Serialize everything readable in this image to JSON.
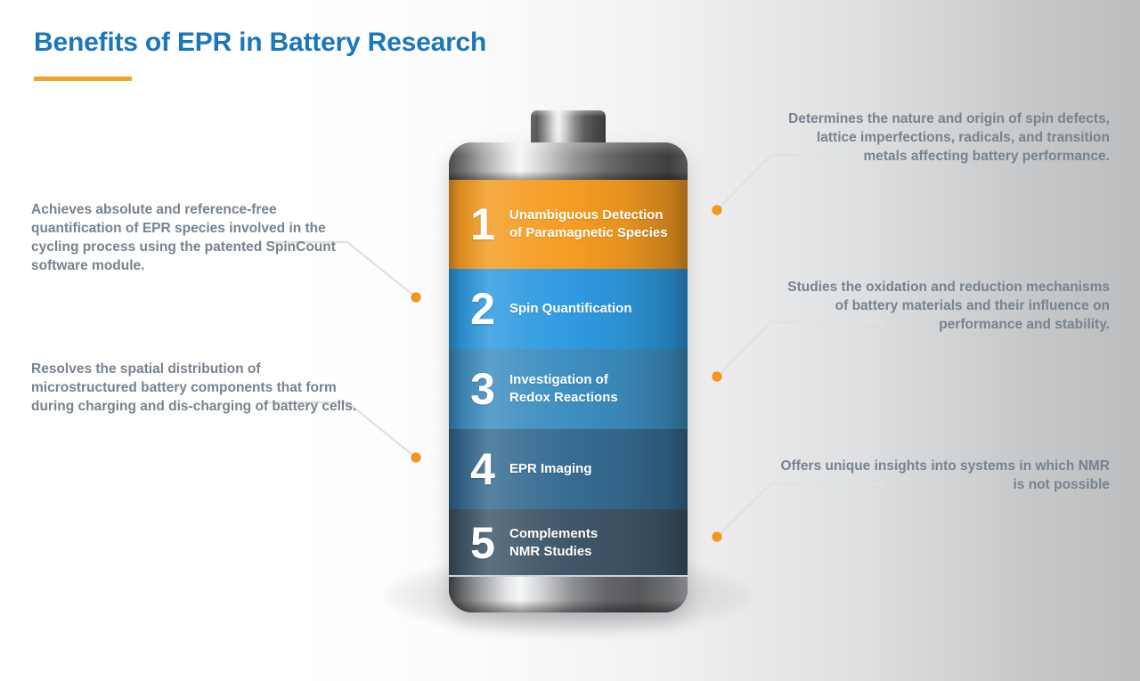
{
  "page": {
    "title": "Benefits of EPR in Battery Research",
    "accent_blue": "#1a77bb",
    "accent_orange": "#efa32b",
    "body_text_color": "#77838f",
    "background_from": "#ffffff",
    "background_to": "#bbbdbf"
  },
  "battery": {
    "segments": [
      {
        "number": "1",
        "label": "Unambiguous Detection\nof Paramagnetic Species",
        "color": "#f59c22"
      },
      {
        "number": "2",
        "label": "Spin Quantification",
        "color": "#2e9ae0"
      },
      {
        "number": "3",
        "label": "Investigation of\nRedox Reactions",
        "color": "#3d8ec0"
      },
      {
        "number": "4",
        "label": "EPR Imaging",
        "color": "#376b91"
      },
      {
        "number": "5",
        "label": "Complements\nNMR Studies",
        "color": "#3f5668"
      }
    ]
  },
  "callouts": {
    "left": [
      {
        "text": "Achieves absolute and reference-free quantification of EPR species involved in the cycling process using the patented SpinCount software module.",
        "target_segment": "2"
      },
      {
        "text": "Resolves the spatial distribution of microstructured battery components that form during charging and dis-charging of battery cells.",
        "target_segment": "4"
      }
    ],
    "right": [
      {
        "text": "Determines the nature and origin of spin defects, lattice imperfections, radicals, and transition metals affecting battery performance.",
        "target_segment": "1"
      },
      {
        "text": "Studies the oxidation and reduction mechanisms of battery materials and their influence on performance and stability.",
        "target_segment": "3"
      },
      {
        "text": "Offers unique insights into systems in which NMR is not possible",
        "target_segment": "5"
      }
    ]
  }
}
